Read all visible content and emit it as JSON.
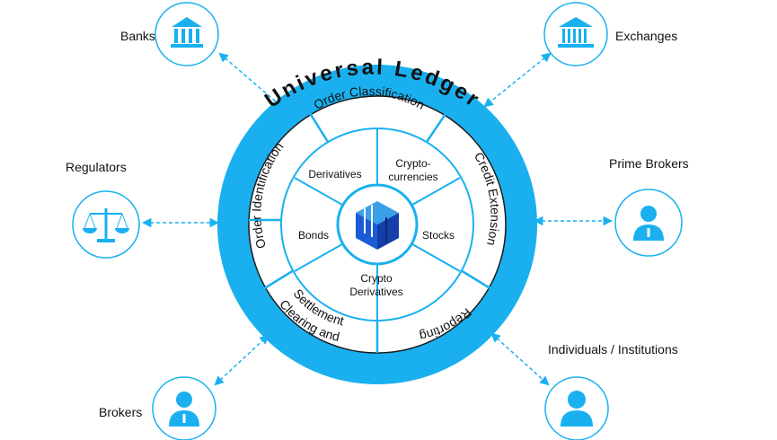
{
  "title": "Universal Ledger",
  "accent_color": "#1ab0ef",
  "outer_segments": {
    "order_classification": "Order Classification",
    "credit_extension": "Credit Extension",
    "reporting": "Reporting",
    "clearing_line1": "Clearing and",
    "clearing_line2": "Settlement",
    "order_identification": "Order Identification"
  },
  "inner_segments": {
    "derivatives": "Derivatives",
    "crypto_line1": "Crypto-",
    "crypto_line2": "currencies",
    "stocks": "Stocks",
    "crypto_deriv_line1": "Crypto",
    "crypto_deriv_line2": "Derivatives",
    "bonds": "Bonds"
  },
  "participants": {
    "banks": "Banks",
    "exchanges": "Exchanges",
    "regulators": "Regulators",
    "prime_brokers": "Prime Brokers",
    "brokers": "Brokers",
    "individuals": "Individuals / Institutions"
  },
  "icons": {
    "banks": "bank-building-icon",
    "exchanges": "exchange-building-icon",
    "regulators": "scales-icon",
    "prime_brokers": "person-icon",
    "brokers": "person-icon",
    "individuals": "person-icon",
    "center": "ledger-cube-logo"
  }
}
